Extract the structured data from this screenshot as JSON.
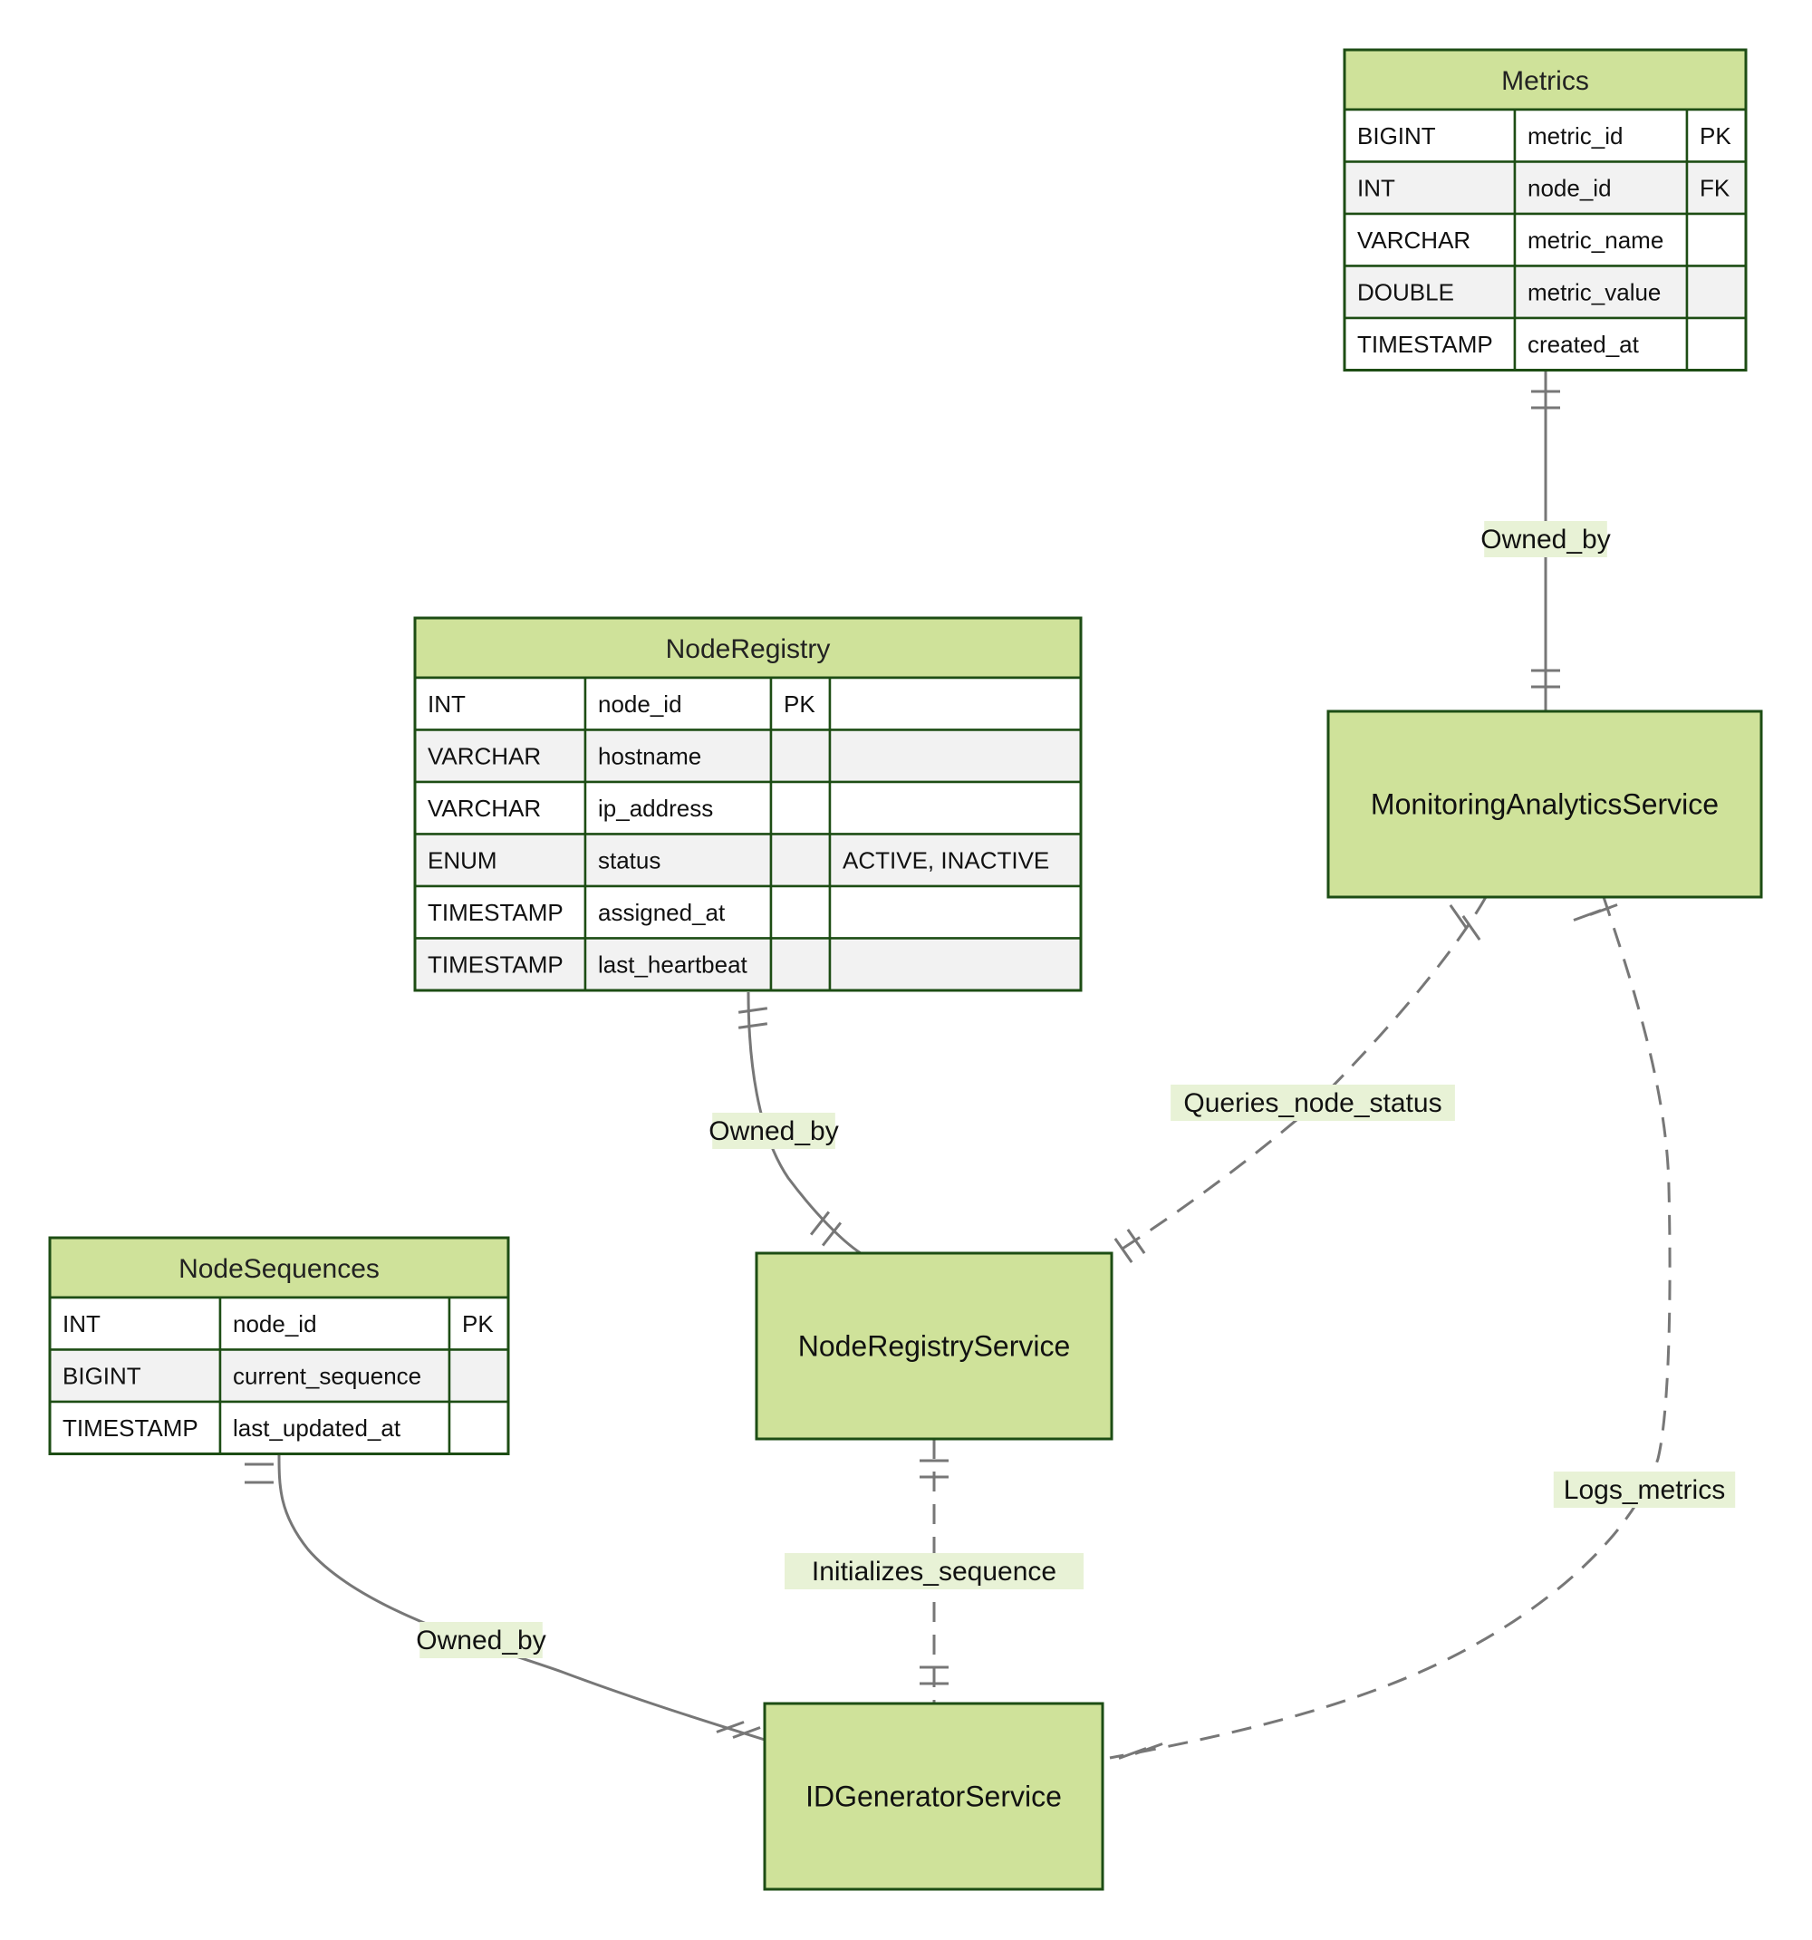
{
  "colors": {
    "header_fill": "#cfe29a",
    "border": "#1d4d14",
    "row_even": "#ffffff",
    "row_odd": "#f2f2f2",
    "edge": "#777777",
    "label_bg": "#e8f2d6",
    "text": "#111111"
  },
  "entities": [
    {
      "id": "metrics",
      "name": "Metrics",
      "rows": [
        [
          "BIGINT",
          "metric_id",
          "PK"
        ],
        [
          "INT",
          "node_id",
          "FK"
        ],
        [
          "VARCHAR",
          "metric_name",
          ""
        ],
        [
          "DOUBLE",
          "metric_value",
          ""
        ],
        [
          "TIMESTAMP",
          "created_at",
          ""
        ]
      ]
    },
    {
      "id": "node_registry",
      "name": "NodeRegistry",
      "rows": [
        [
          "INT",
          "node_id",
          "PK",
          ""
        ],
        [
          "VARCHAR",
          "hostname",
          "",
          ""
        ],
        [
          "VARCHAR",
          "ip_address",
          "",
          ""
        ],
        [
          "ENUM",
          "status",
          "",
          "ACTIVE, INACTIVE"
        ],
        [
          "TIMESTAMP",
          "assigned_at",
          "",
          ""
        ],
        [
          "TIMESTAMP",
          "last_heartbeat",
          "",
          ""
        ]
      ]
    },
    {
      "id": "node_sequences",
      "name": "NodeSequences",
      "rows": [
        [
          "INT",
          "node_id",
          "PK"
        ],
        [
          "BIGINT",
          "current_sequence",
          ""
        ],
        [
          "TIMESTAMP",
          "last_updated_at",
          ""
        ]
      ]
    }
  ],
  "services": [
    {
      "id": "monitoring",
      "name": "MonitoringAnalyticsService"
    },
    {
      "id": "registry_service",
      "name": "NodeRegistryService"
    },
    {
      "id": "idgen",
      "name": "IDGeneratorService"
    }
  ],
  "relationships": [
    {
      "id": "r1",
      "label": "Owned_by",
      "from": "metrics",
      "to": "monitoring",
      "style": "solid",
      "cardinality": "one-to-one"
    },
    {
      "id": "r2",
      "label": "Owned_by",
      "from": "node_registry",
      "to": "registry_service",
      "style": "solid",
      "cardinality": "one-to-one"
    },
    {
      "id": "r3",
      "label": "Queries_node_status",
      "from": "monitoring",
      "to": "registry_service",
      "style": "dashed",
      "cardinality": "one-to-one"
    },
    {
      "id": "r4",
      "label": "Logs_metrics",
      "from": "monitoring",
      "to": "idgen",
      "style": "dashed",
      "cardinality": "one-to-one"
    },
    {
      "id": "r5",
      "label": "Initializes_sequence",
      "from": "registry_service",
      "to": "idgen",
      "style": "dashed",
      "cardinality": "one-to-one"
    },
    {
      "id": "r6",
      "label": "Owned_by",
      "from": "node_sequences",
      "to": "idgen",
      "style": "solid",
      "cardinality": "one-to-one"
    }
  ]
}
